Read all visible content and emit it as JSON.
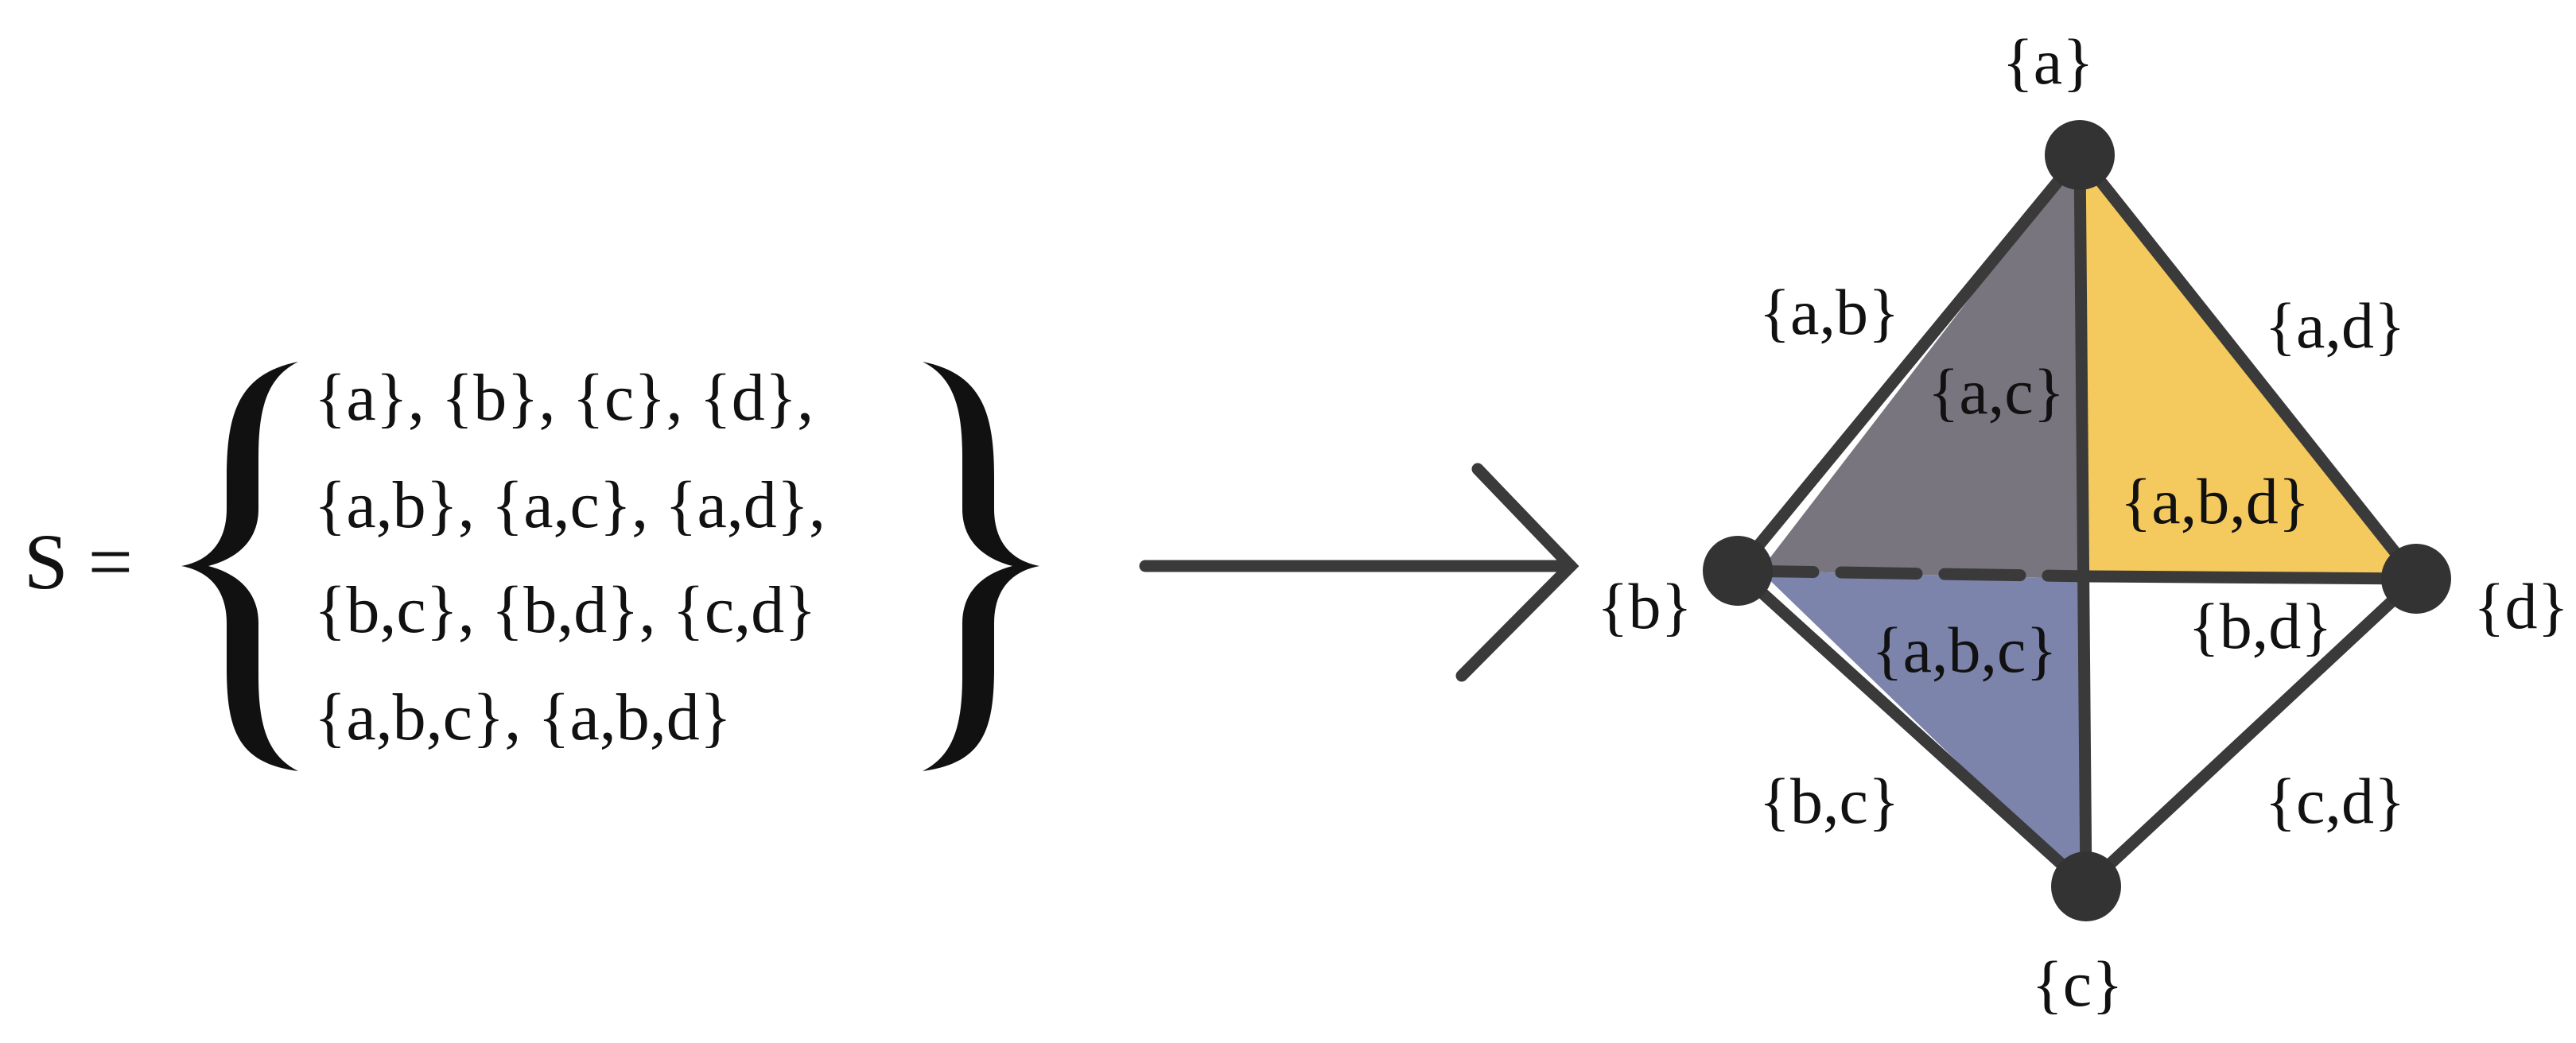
{
  "colors": {
    "line": "#3a3a3a",
    "vertex": "#333333",
    "face_abc_upper": "#78757e",
    "face_abc_lower": "#7c84ab",
    "face_abd": "#f4c95d",
    "text": "#111111"
  },
  "set_expression": {
    "symbol": "S =",
    "lines": [
      "{a}, {b}, {c}, {d},",
      "{a,b}, {a,c}, {a,d},",
      "{b,c}, {b,d}, {c,d}",
      "{a,b,c}, {a,b,d}"
    ]
  },
  "complex": {
    "vertices": {
      "a": "{a}",
      "b": "{b}",
      "c": "{c}",
      "d": "{d}"
    },
    "edges": {
      "ab": "{a,b}",
      "ac": "{a,c}",
      "ad": "{a,d}",
      "bc": "{b,c}",
      "bd": "{b,d}",
      "cd": "{c,d}"
    },
    "faces": {
      "abc": "{a,b,c}",
      "abd": "{a,b,d}"
    }
  }
}
